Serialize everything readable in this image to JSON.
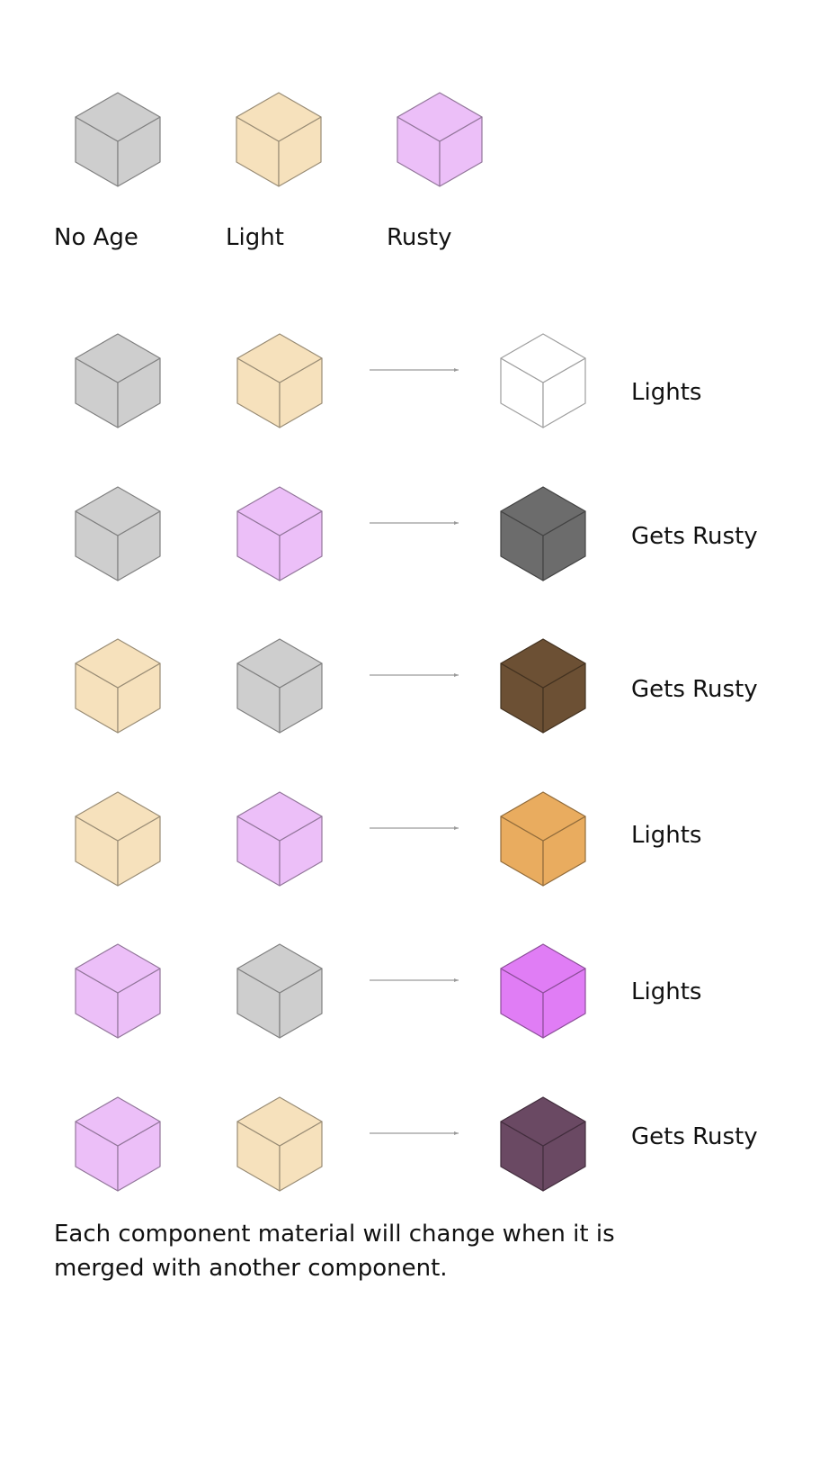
{
  "legend": [
    {
      "label": "No Age",
      "color": "#cecece"
    },
    {
      "label": "Light",
      "color": "#f6e1bc"
    },
    {
      "label": "Rusty",
      "color": "#ecbff8"
    }
  ],
  "combinations": [
    {
      "a": "#cecece",
      "b": "#f6e1bc",
      "result": "#ffffff",
      "label": "Lights"
    },
    {
      "a": "#cecece",
      "b": "#ecbff8",
      "result": "#6c6c6c",
      "label": "Gets Rusty"
    },
    {
      "a": "#f6e1bc",
      "b": "#cecece",
      "result": "#6c5034",
      "label": "Gets Rusty"
    },
    {
      "a": "#f6e1bc",
      "b": "#ecbff8",
      "result": "#e9ac5f",
      "label": "Lights"
    },
    {
      "a": "#ecbff8",
      "b": "#cecece",
      "result": "#e07df5",
      "label": "Lights"
    },
    {
      "a": "#ecbff8",
      "b": "#f6e1bc",
      "result": "#6a4963",
      "label": "Gets Rusty"
    }
  ],
  "caption": "Each component material will change when  it is merged with another component."
}
